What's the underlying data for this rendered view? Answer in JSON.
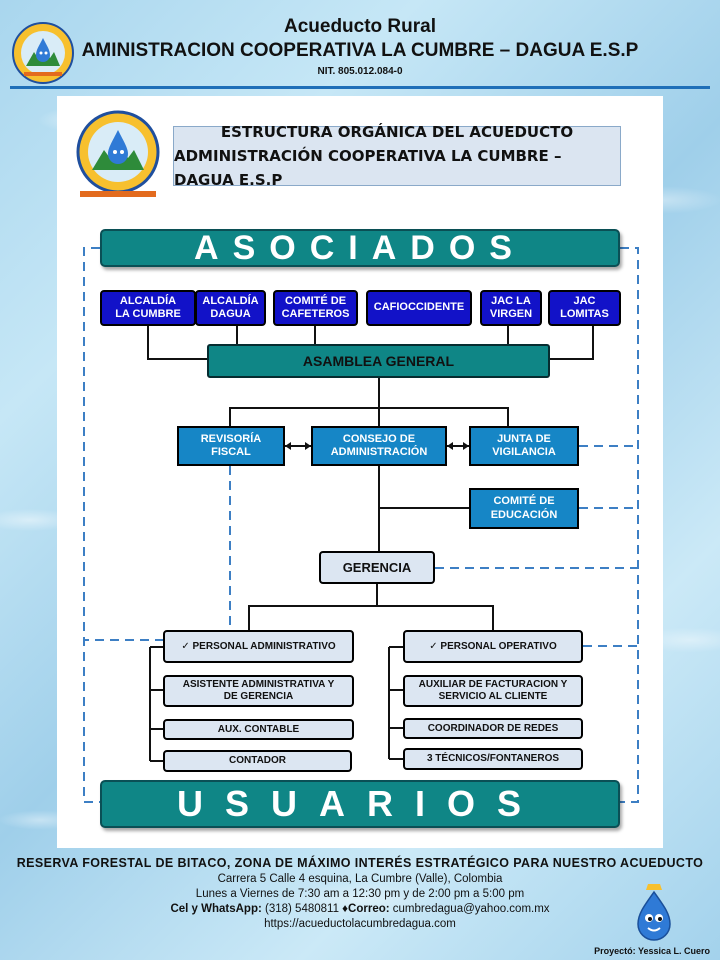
{
  "header": {
    "title": "Acueducto Rural",
    "subtitle": "AMINISTRACION COOPERATIVA LA CUMBRE – DAGUA E.S.P",
    "nit": "NIT. 805.012.084-0"
  },
  "diagram": {
    "title_line1": "ESTRUCTURA ORGÁNICA DEL ACUEDUCTO",
    "title_line2": "ADMINISTRACIÓN COOPERATIVA LA CUMBRE – DAGUA E.S.P",
    "asociados": "ASOCIADOS",
    "members": [
      {
        "line1": "ALCALDÍA",
        "line2": "LA CUMBRE"
      },
      {
        "line1": "ALCALDÍA",
        "line2": "DAGUA"
      },
      {
        "line1": "COMITÉ DE",
        "line2": "CAFETEROS"
      },
      {
        "line1": "CAFIOCCIDENTE",
        "line2": ""
      },
      {
        "line1": "JAC LA",
        "line2": "VIRGEN"
      },
      {
        "line1": "JAC",
        "line2": "LOMITAS"
      }
    ],
    "asamblea": "ASAMBLEA GENERAL",
    "revisoria": {
      "line1": "REVISORÍA",
      "line2": "FISCAL"
    },
    "consejo": {
      "line1": "CONSEJO DE",
      "line2": "ADMINISTRACIÓN"
    },
    "junta": {
      "line1": "JUNTA DE",
      "line2": "VIGILANCIA"
    },
    "comite_educacion": {
      "line1": "COMITÉ DE",
      "line2": "EDUCACIÓN"
    },
    "gerencia": "GERENCIA",
    "personal_admin": "✓  PERSONAL ADMINISTRATIVO",
    "personal_oper": "✓  PERSONAL OPERATIVO",
    "admin_roles": [
      {
        "line1": "ASISTENTE ADMINISTRATIVA Y",
        "line2": "DE GERENCIA"
      },
      {
        "line1": "AUX. CONTABLE",
        "line2": ""
      },
      {
        "line1": "CONTADOR",
        "line2": ""
      }
    ],
    "oper_roles": [
      {
        "line1": "AUXILIAR DE FACTURACION Y",
        "line2": "SERVICIO AL CLIENTE"
      },
      {
        "line1": "COORDINADOR DE REDES",
        "line2": ""
      },
      {
        "line1": "3 TÉCNICOS/FONTANEROS",
        "line2": ""
      }
    ],
    "usuarios": "USUARIOS"
  },
  "footer": {
    "headline": "RESERVA FORESTAL DE BITACO, ZONA DE MÁXIMO INTERÉS ESTRATÉGICO PARA NUESTRO ACUEDUCTO",
    "address": "Carrera 5 Calle 4 esquina, La Cumbre (Valle), Colombia",
    "hours": "Lunes a Viernes de 7:30 am a 12:30 pm y de 2:00 pm a 5:00 pm",
    "phone_label": "Cel y WhatsApp:",
    "phone": " (318) 5480811",
    "email_label": "Correo:",
    "email": " cumbredagua@yahoo.com.mx",
    "website": "https://acueductolacumbredagua.com",
    "credit": "Proyectó: Yessica L. Cuero"
  },
  "colors": {
    "teal": "#0f8686",
    "dark_blue": "#1212c8",
    "mid_blue": "#1686c6",
    "light_box": "#dce6f2",
    "dashed_line": "#3d7fc4",
    "header_rule": "#1f6fb8"
  },
  "icons": [
    "cooperative-logo-icon",
    "water-drop-mascot-icon",
    "checkmark-icon"
  ]
}
